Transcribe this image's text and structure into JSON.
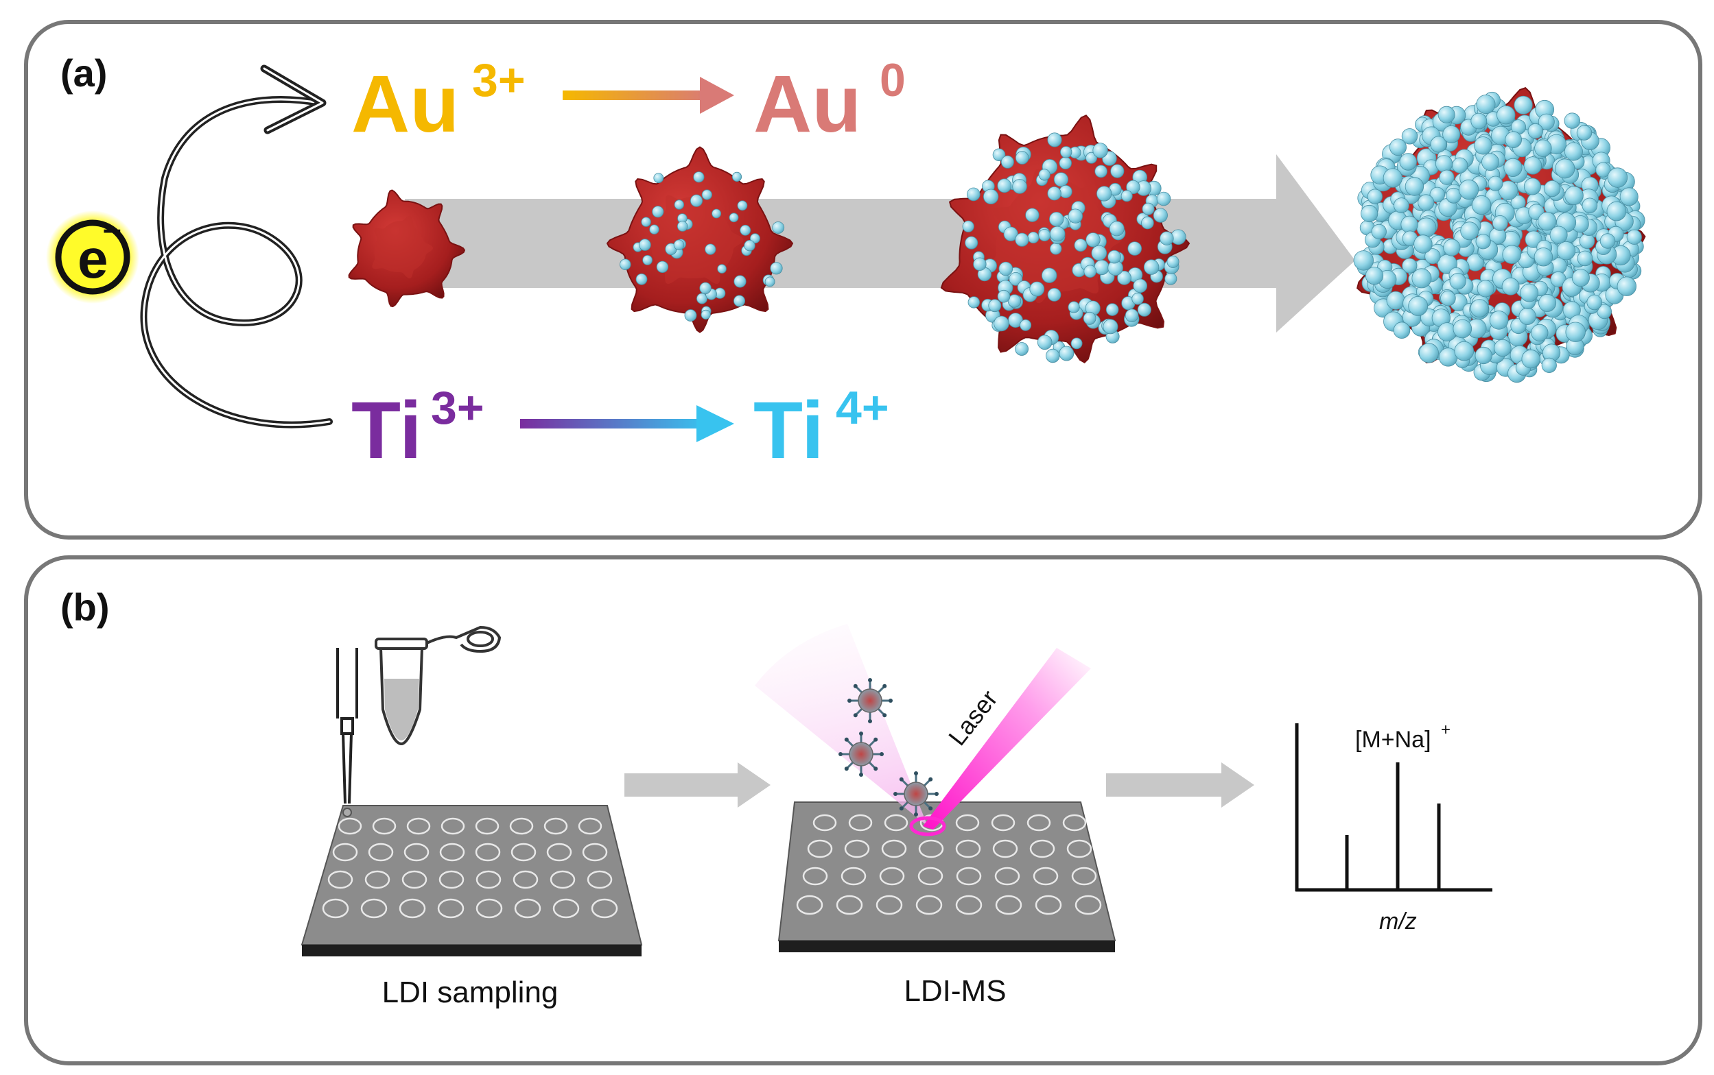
{
  "panel_a": {
    "label": "(a)",
    "electron": {
      "symbol": "e",
      "charge": "–",
      "icon": "electron-icon"
    },
    "gold": {
      "reactant": "Au",
      "reactant_charge": "3+",
      "product": "Au",
      "product_charge": "0",
      "reactant_color": "#f5b800",
      "product_color": "#d97a76"
    },
    "titanium": {
      "reactant": "Ti",
      "reactant_charge": "3+",
      "product": "Ti",
      "product_charge": "4+",
      "reactant_color": "#7a2c9e",
      "product_color": "#38c3ef"
    },
    "particle_color": "#b22222",
    "deposit_color": "#8fd4e6",
    "progress_arrow_color": "#c8c8c8"
  },
  "panel_b": {
    "label": "(b)",
    "steps": [
      {
        "caption": "LDI sampling"
      },
      {
        "caption": "LDI-MS",
        "beam_label": "Laser"
      }
    ],
    "spectrum": {
      "peak_label": "[M+Na]",
      "peak_label_charge": "+",
      "axis_label": "m/z"
    },
    "laser_color": "#ff1fd0",
    "plate_color": "#8c8c8c"
  }
}
